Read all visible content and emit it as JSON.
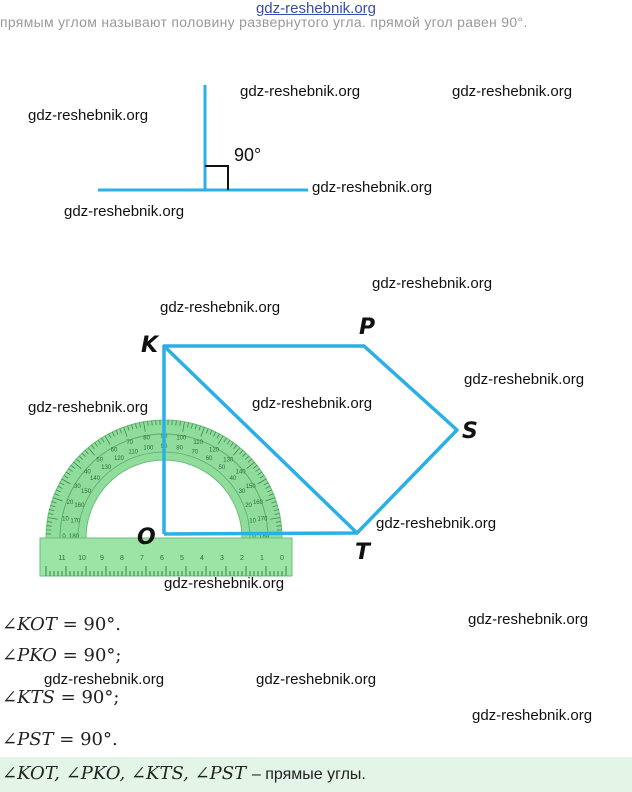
{
  "header": {
    "site_link": "gdz-reshebnik.org"
  },
  "top_text": "прямым углом называют половину развернутого угла. прямой угол равен 90°.",
  "figure1": {
    "angle_label": "90°"
  },
  "figure2": {
    "points": {
      "K": "K",
      "P": "P",
      "S": "S",
      "T": "T",
      "O": "O"
    },
    "protractor_outer": [
      "0",
      "10",
      "20",
      "30",
      "40",
      "50",
      "60",
      "70",
      "80",
      "90",
      "100",
      "110",
      "120",
      "130",
      "140",
      "150",
      "160",
      "170",
      "180"
    ],
    "protractor_inner": [
      "180",
      "170",
      "160",
      "150",
      "140",
      "130",
      "120",
      "110",
      "100",
      "90",
      "80",
      "70",
      "60",
      "50",
      "40",
      "30",
      "20",
      "10",
      "0"
    ],
    "ruler_numbers": [
      "11",
      "10",
      "9",
      "8",
      "7",
      "6",
      "5",
      "4",
      "3",
      "2",
      "1",
      "0"
    ]
  },
  "equations": [
    {
      "angle": "KOT",
      "value": "90°."
    },
    {
      "angle": "PKO",
      "value": "90°;"
    },
    {
      "angle": "KTS",
      "value": "90°;"
    },
    {
      "angle": "PST",
      "value": "90°."
    }
  ],
  "conclusion": {
    "angles": "∠KOT, ∠PKO, ∠KTS, ∠PST",
    "tail": "– прямые углы."
  },
  "watermark": "gdz-reshebnik.org",
  "colors": {
    "line_blue": "#2ab0e6",
    "protractor_green": "#7fd48e",
    "conclusion_bg": "#e3f5e6"
  }
}
